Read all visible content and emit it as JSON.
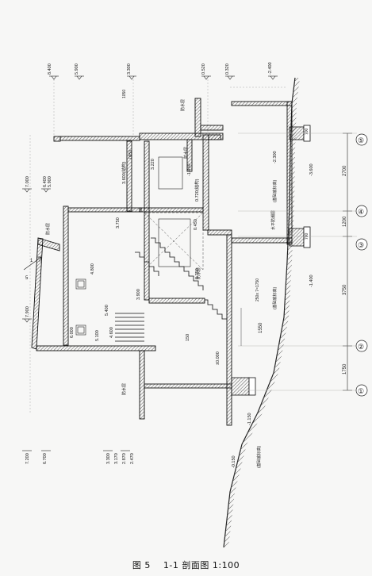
{
  "caption": {
    "figure_label": "图 5",
    "title": "1-1 剖面图 1:100"
  },
  "elevations": {
    "roof_top": "8.400",
    "roof_mid": "5.900",
    "roof_right": "3.300",
    "roof_r1": "0.520",
    "roof_r2": "0.320",
    "ground_right": "-2.400",
    "h_7000": "7.000",
    "h_6400": "6.400",
    "h_5900b": "5.900",
    "h_7900": "7.900",
    "left_7200": "7.200",
    "left_6700": "6.700",
    "left_3300": "3.300",
    "left_3170": "3.170",
    "left_2870": "2.870",
    "left_2470": "2.470",
    "int_3220": "3.220",
    "int_3600": "3.600(结构)",
    "int_1450": "-1.450",
    "int_0720": "0.720(结构)",
    "int_2300": "-2.300",
    "int_3600b": "-3.600",
    "int_3750": "3.750",
    "int_0450": "0.450",
    "int_4800": "4.800",
    "int_3900": "3.900",
    "int_0750": "0.750",
    "int_1400": "-1.400",
    "int_5400": "5.400",
    "int_5100": "5.100",
    "int_4600": "4.600",
    "int_6000": "6.000",
    "zero": "±0.000",
    "ground_left": "-0.150",
    "found_left": "-1.150",
    "level_150": "150"
  },
  "labels": {
    "waterproof": "防水层",
    "found_level": "(基础底标高)",
    "water_board": "水平防潮层",
    "slope_note": "250x 7=1750",
    "section_mark": "5",
    "section_num": "1",
    "footing": "700",
    "footing_w": "700",
    "dim_1050": "1050",
    "dim_0950": "0950"
  },
  "grid_axes": [
    "①",
    "②",
    "③",
    "④",
    "⑤"
  ],
  "spans": [
    "1750",
    "3750",
    "1200",
    "2700"
  ],
  "spans_inner": [
    "1550"
  ]
}
